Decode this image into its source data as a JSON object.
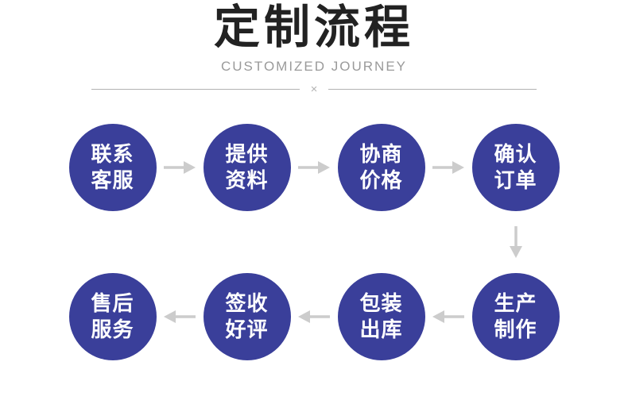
{
  "header": {
    "title": "定制流程",
    "subtitle": "CUSTOMIZED JOURNEY",
    "divider_symbol": "×"
  },
  "colors": {
    "circle": "#3a3f9a",
    "circle_text": "#ffffff",
    "title": "#222222",
    "subtitle": "#9a9a9a",
    "divider": "#b3b3b3",
    "arrow": "#cccccc",
    "page_bg": "#ffffff"
  },
  "flow": {
    "row1": {
      "steps": [
        {
          "line1": "联系",
          "line2": "客服"
        },
        {
          "line1": "提供",
          "line2": "资料"
        },
        {
          "line1": "协商",
          "line2": "价格"
        },
        {
          "line1": "确认",
          "line2": "订单"
        }
      ]
    },
    "row2": {
      "steps": [
        {
          "line1": "售后",
          "line2": "服务"
        },
        {
          "line1": "签收",
          "line2": "好评"
        },
        {
          "line1": "包装",
          "line2": "出库"
        },
        {
          "line1": "生产",
          "line2": "制作"
        }
      ]
    }
  }
}
